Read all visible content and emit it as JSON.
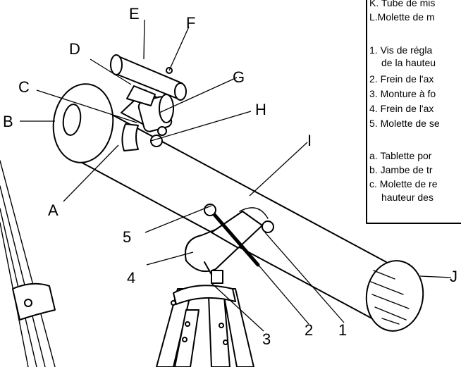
{
  "callouts": {
    "A": "A",
    "B": "B",
    "C": "C",
    "D": "D",
    "E": "E",
    "F": "F",
    "G": "G",
    "H": "H",
    "I": "I",
    "J": "J",
    "n1": "1",
    "n2": "2",
    "n3": "3",
    "n4": "4",
    "n5": "5"
  },
  "legend": {
    "K": "K. Tube de mis",
    "L": "L.Molette de m",
    "item1_line1": "1. Vis de régla",
    "item1_line2": "de la hauteu",
    "item2": "2. Frein de l'ax",
    "item3": "3. Monture à fo",
    "item4": "4. Frein de l'ax",
    "item5": "5. Molette de se",
    "a": "a. Tablette por",
    "b": "b. Jambe de tr",
    "c_line1": "c. Molette de re",
    "c_line2": "hauteur des"
  }
}
